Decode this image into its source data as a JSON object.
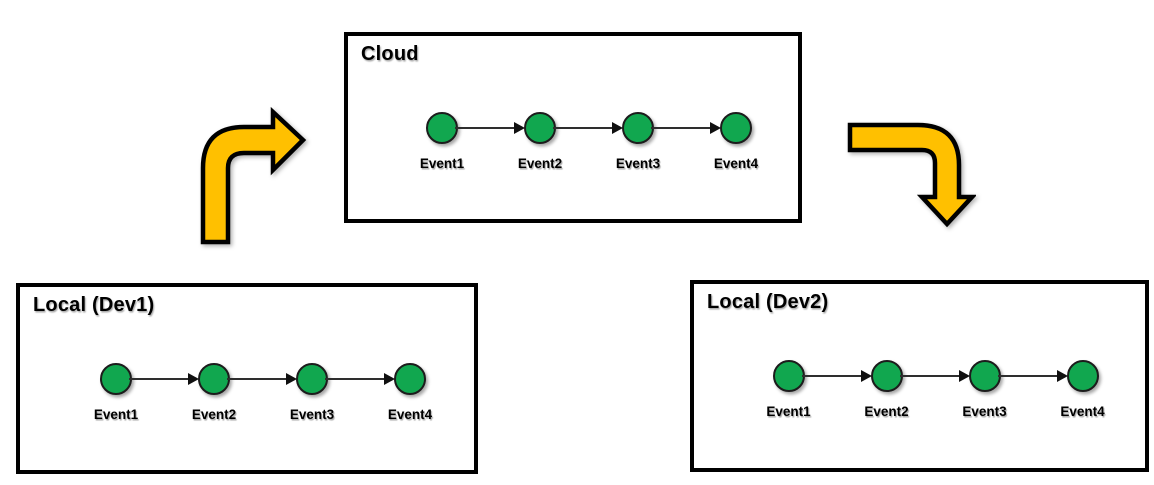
{
  "diagram": {
    "panels": [
      {
        "id": "cloud",
        "title": "Cloud",
        "events": [
          "Event1",
          "Event2",
          "Event3",
          "Event4"
        ]
      },
      {
        "id": "dev1",
        "title": "Local (Dev1)",
        "events": [
          "Event1",
          "Event2",
          "Event3",
          "Event4"
        ]
      },
      {
        "id": "dev2",
        "title": "Local (Dev2)",
        "events": [
          "Event1",
          "Event2",
          "Event3",
          "Event4"
        ]
      }
    ],
    "flows": [
      {
        "from": "Local (Dev1)",
        "to": "Cloud",
        "icon": "bent-up-right-arrow-icon"
      },
      {
        "from": "Cloud",
        "to": "Local (Dev2)",
        "icon": "bent-down-arrow-icon"
      }
    ],
    "colors": {
      "event_node_fill": "#11A74F",
      "event_node_border": "#1C1C1C",
      "flow_arrow_fill": "#FFC000",
      "flow_arrow_outline": "#000000",
      "panel_border": "#000000"
    }
  }
}
